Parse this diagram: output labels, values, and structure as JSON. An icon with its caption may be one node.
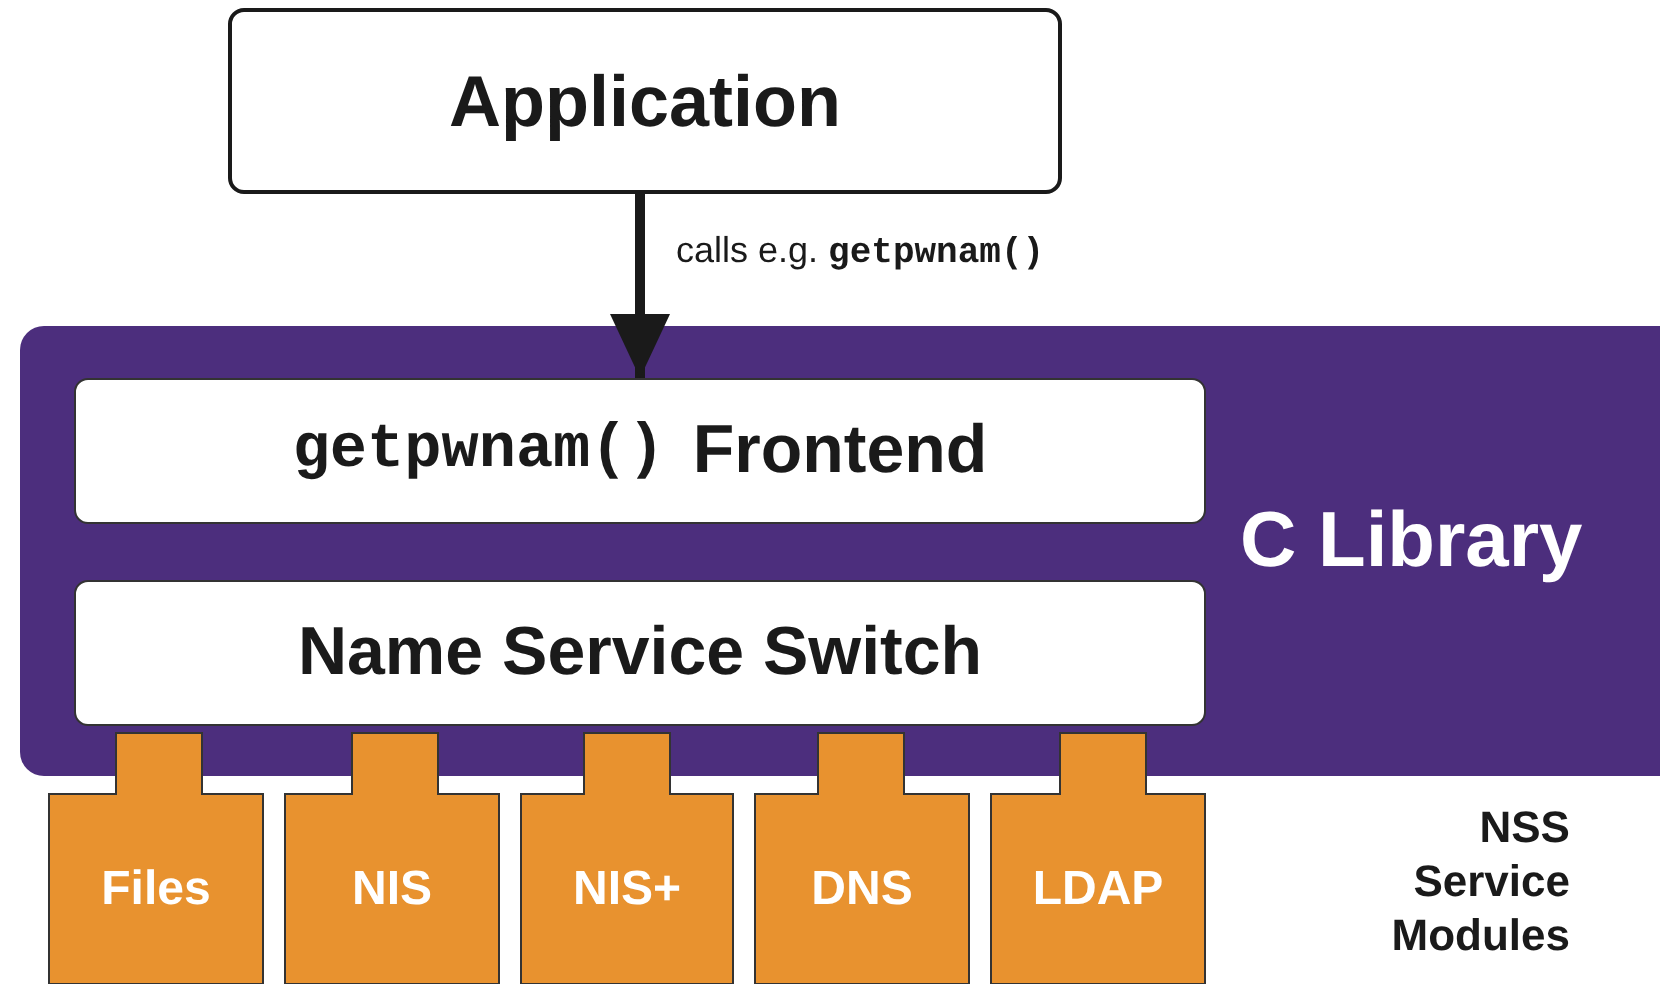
{
  "diagram": {
    "nodes": [
      {
        "text": [
          "Application"
        ]
      },
      {
        "text": [
          "C Library"
        ]
      },
      {
        "text": [
          "getpwnam()",
          "Frontend"
        ],
        "in": 1
      },
      {
        "text": [
          "Name Service Switch"
        ],
        "in": 1
      },
      {
        "text": [
          "Files"
        ]
      },
      {
        "text": [
          "NIS"
        ]
      },
      {
        "text": [
          "NIS+"
        ]
      },
      {
        "text": [
          "DNS"
        ]
      },
      {
        "text": [
          "LDAP"
        ]
      }
    ],
    "edges": [
      {
        "from": 0,
        "to": 2,
        "arrow": "to",
        "label": "calls e.g. **getpwnam()**"
      }
    ],
    "labels": [
      "NSS Service Modules"
    ]
  }
}
